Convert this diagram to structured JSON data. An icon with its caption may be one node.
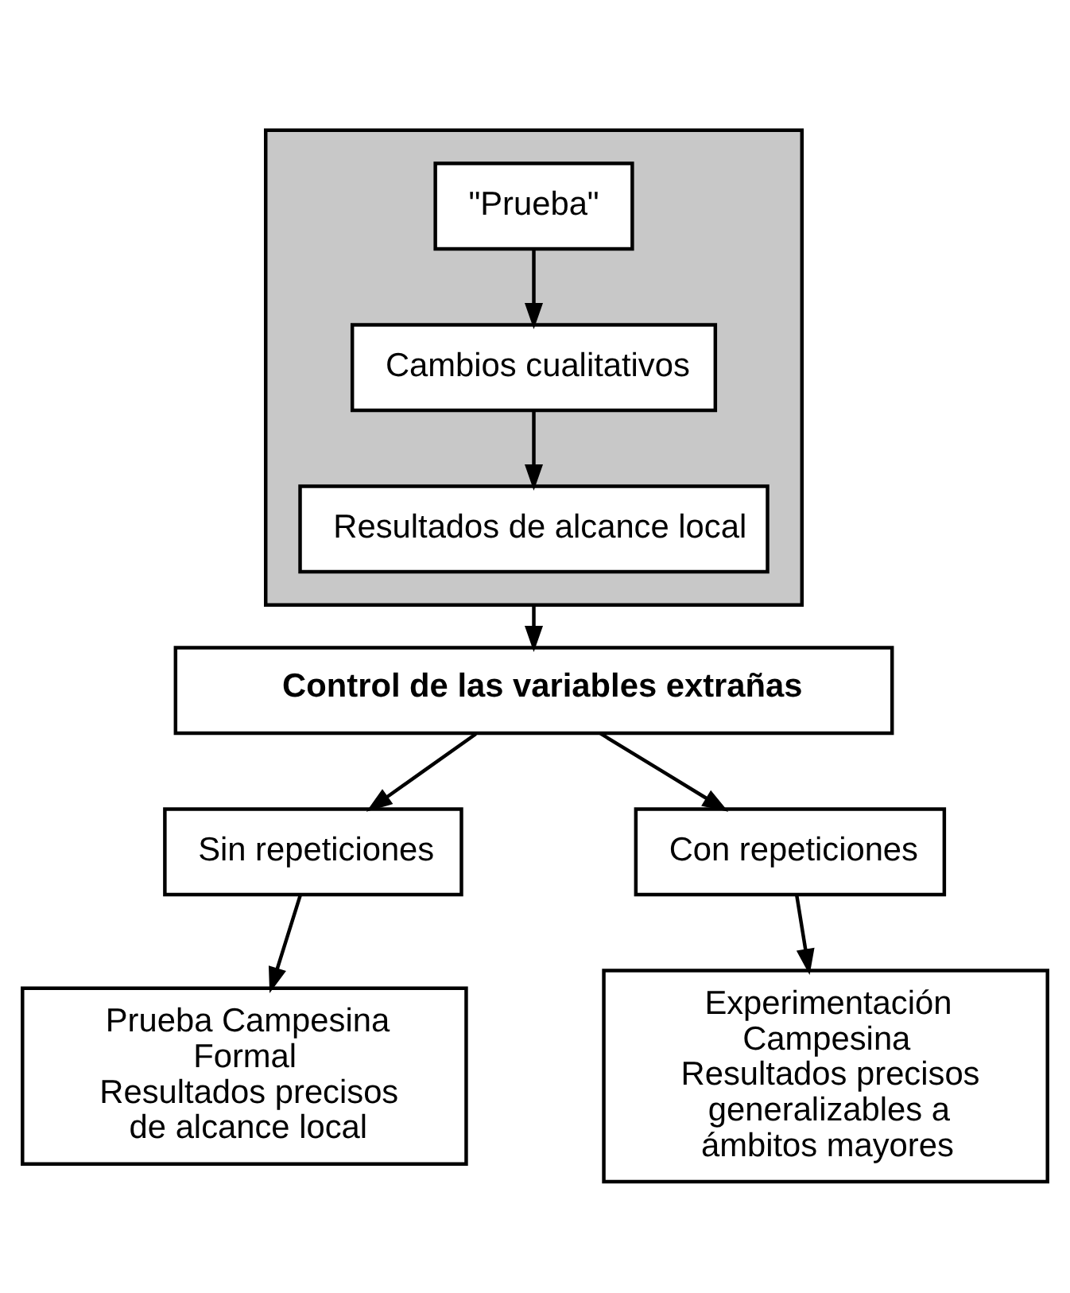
{
  "diagram": {
    "nodes": [
      {
        "text": [],
        "shape": "box"
      },
      {
        "text": [
          "\"Prueba\""
        ],
        "in": 0
      },
      {
        "text": [
          "Cambios cualitativos"
        ],
        "in": 0
      },
      {
        "text": [
          "Resultados de alcance local"
        ],
        "in": 0
      },
      {
        "text": [
          "Control de las variables extrañas"
        ]
      },
      {
        "text": [
          "Sin repeticiones"
        ]
      },
      {
        "text": [
          "Con repeticiones"
        ]
      },
      {
        "text": [
          "Prueba Campesina Formal",
          "Resultados precisos de alcance local"
        ]
      },
      {
        "text": [
          "Experimentación Campesina",
          "Resultados precisos generalizables a ámbitos mayores"
        ]
      }
    ],
    "edges": [
      {
        "from": 1,
        "to": 2,
        "arrow": "to"
      },
      {
        "from": 2,
        "to": 3,
        "arrow": "to"
      },
      {
        "from": 0,
        "to": 4,
        "arrow": "to"
      },
      {
        "from": 4,
        "to": 5,
        "arrow": "to"
      },
      {
        "from": 4,
        "to": 6,
        "arrow": "to"
      },
      {
        "from": 5,
        "to": 7,
        "arrow": "to"
      },
      {
        "from": 6,
        "to": 8,
        "arrow": "to"
      }
    ]
  }
}
